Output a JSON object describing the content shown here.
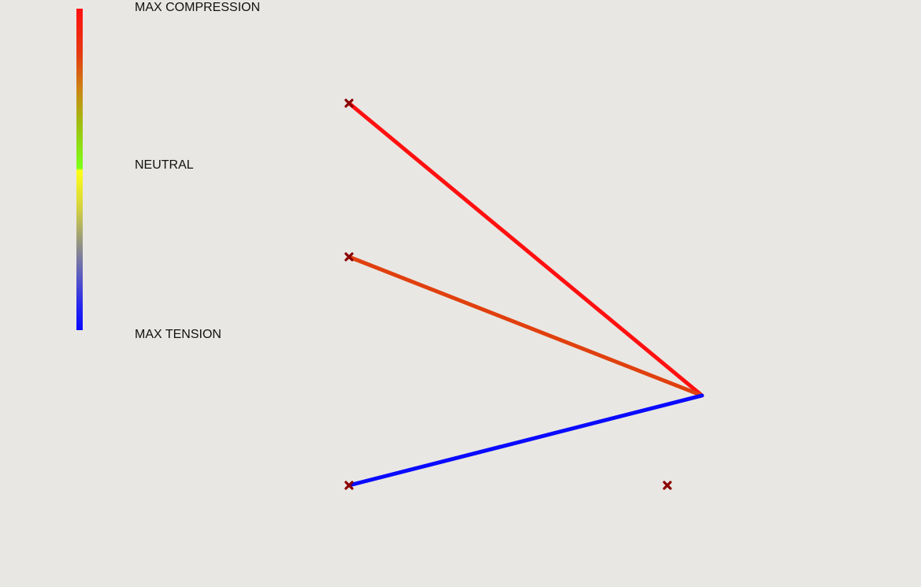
{
  "legend": {
    "max_label": "MAX COMPRESSION",
    "neutral_label": "NEUTRAL",
    "min_label": "MAX TENSION",
    "colors": {
      "compression": "#ff1010",
      "neutral_low": "#7cff18",
      "neutral_high": "#ffff16",
      "tension": "#0a0aff"
    }
  },
  "structure": {
    "members": [
      {
        "name": "member-top",
        "color": "#ff1010",
        "state": "compression"
      },
      {
        "name": "member-middle",
        "color": "#e0400e",
        "state": "compression"
      },
      {
        "name": "member-bottom",
        "color": "#0a0aff",
        "state": "tension"
      }
    ],
    "supports": [
      {
        "name": "support-top",
        "icon": "support-x-icon",
        "color": "#8b0000"
      },
      {
        "name": "support-middle",
        "icon": "support-x-icon",
        "color": "#8b0000"
      },
      {
        "name": "support-bottom-left",
        "icon": "support-x-icon",
        "color": "#8b0000"
      },
      {
        "name": "support-bottom-right",
        "icon": "support-x-icon",
        "color": "#8b0000"
      }
    ]
  }
}
